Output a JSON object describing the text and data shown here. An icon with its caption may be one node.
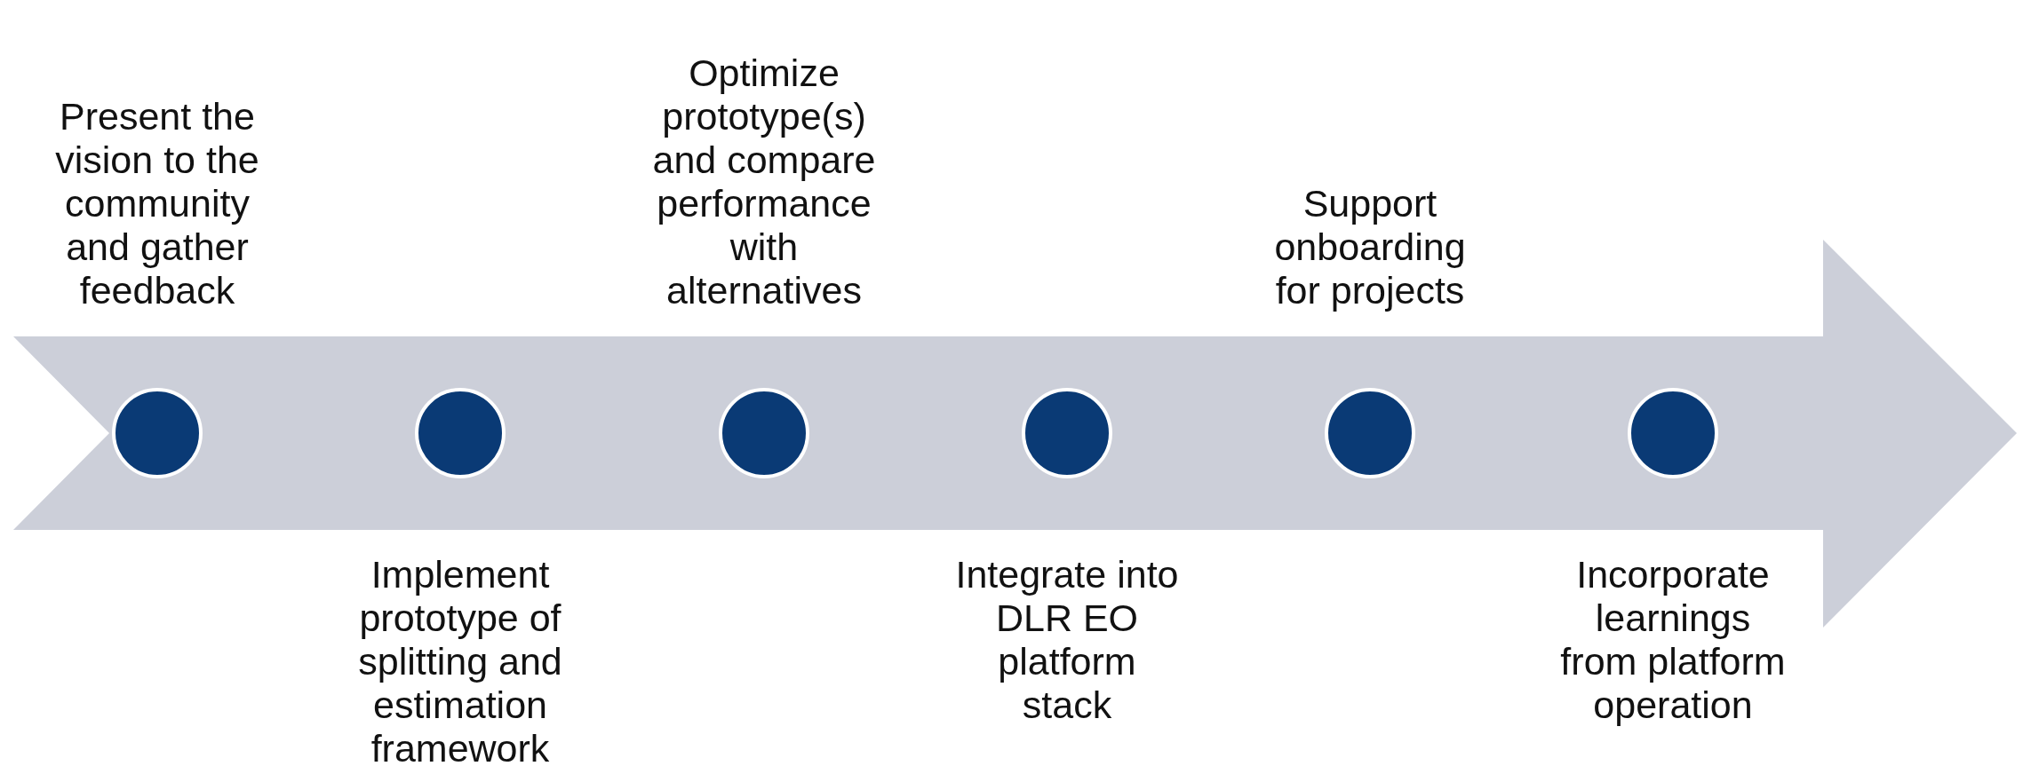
{
  "diagram": {
    "nodes": [
      {
        "text": [],
        "shape": "circle",
        "beside": [
          "Present the vision to the community and gather feedback"
        ]
      },
      {
        "text": [],
        "shape": "circle",
        "beside": [
          "Implement prototype of splitting and estimation framework"
        ]
      },
      {
        "text": [],
        "shape": "circle",
        "beside": [
          "Optimize prototype(s) and compare performance with alternatives"
        ]
      },
      {
        "text": [],
        "shape": "circle",
        "beside": [
          "Integrate into DLR EO platform stack"
        ]
      },
      {
        "text": [],
        "shape": "circle",
        "beside": [
          "Support onboarding for projects"
        ]
      },
      {
        "text": [],
        "shape": "circle",
        "beside": [
          "Incorporate learnings from platform operation"
        ]
      }
    ]
  }
}
